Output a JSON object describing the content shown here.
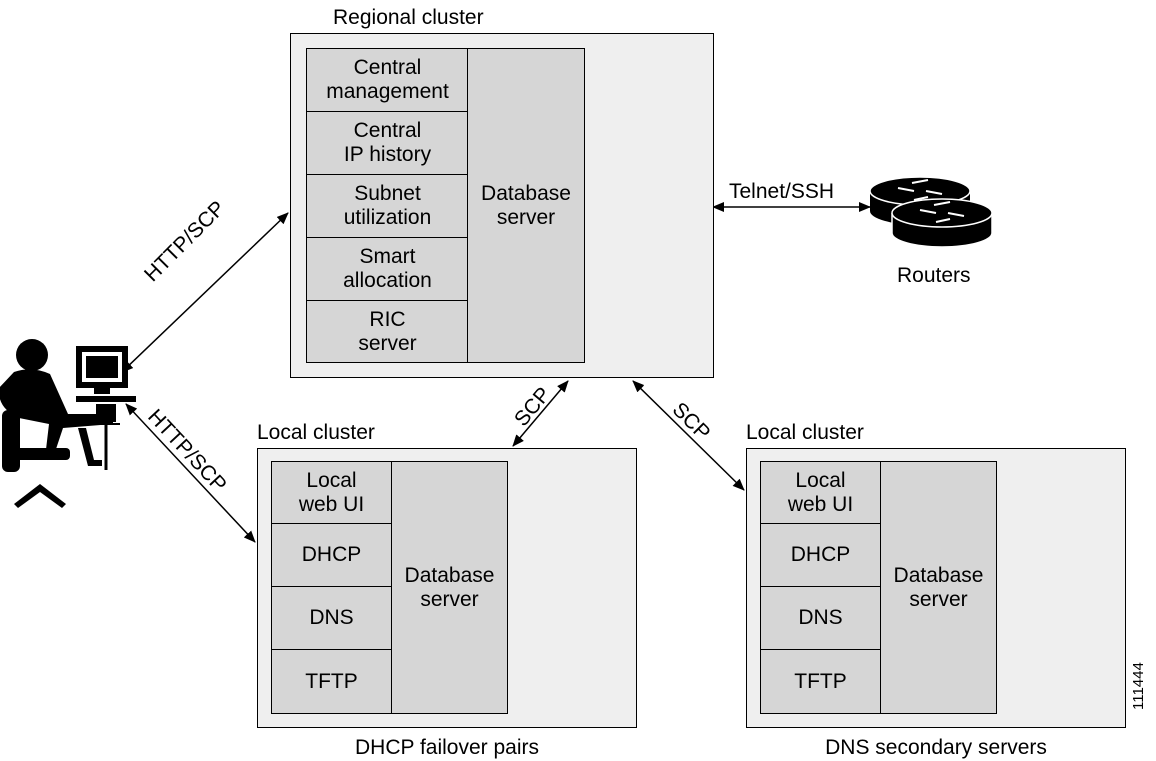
{
  "regional": {
    "title": "Regional cluster",
    "modules": [
      "Central\nmanagement",
      "Central\nIP history",
      "Subnet\nutilization",
      "Smart\nallocation",
      "RIC\nserver"
    ],
    "db_label": "Database\nserver"
  },
  "local_left": {
    "title": "Local cluster",
    "modules": [
      "Local\nweb UI",
      "DHCP",
      "DNS",
      "TFTP"
    ],
    "db_label": "Database\nserver",
    "caption": "DHCP failover pairs"
  },
  "local_right": {
    "title": "Local cluster",
    "modules": [
      "Local\nweb UI",
      "DHCP",
      "DNS",
      "TFTP"
    ],
    "db_label": "Database\nserver",
    "caption": "DNS secondary servers"
  },
  "links": {
    "telnet": "Telnet/SSH",
    "http_top": "HTTP/SCP",
    "http_bottom": "HTTP/SCP",
    "scp_left": "SCP",
    "scp_right": "SCP"
  },
  "routers_label": "Routers",
  "figure_id": "111444"
}
